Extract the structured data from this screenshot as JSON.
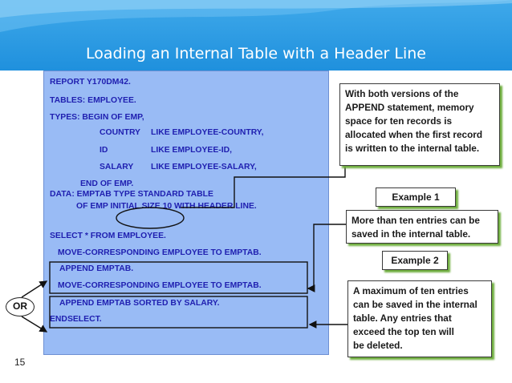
{
  "title": "Loading an Internal Table with a Header Line",
  "page_number": "15",
  "code_lines": [
    "REPORT Y170DM42.",
    "TABLES:  EMPLOYEE.",
    "TYPES:  BEGIN OF EMP,",
    "COUNTRY",
    "LIKE EMPLOYEE-COUNTRY,",
    "ID",
    "LIKE EMPLOYEE-ID,",
    "SALARY",
    "LIKE EMPLOYEE-SALARY,",
    "END OF EMP.",
    "DATA:  EMPTAB TYPE STANDARD TABLE",
    "OF EMP INITIAL SIZE 10 WITH HEADER LINE.",
    "SELECT * FROM EMPLOYEE.",
    "MOVE-CORRESPONDING EMPLOYEE TO EMPTAB.",
    "APPEND EMPTAB.",
    "MOVE-CORRESPONDING EMPLOYEE TO EMPTAB.",
    "APPEND EMPTAB SORTED BY SALARY.",
    "ENDSELECT."
  ],
  "callouts": {
    "memory": [
      "With both versions of the",
      "APPEND statement, memory",
      "space for ten records is",
      "allocated when the first record",
      "is written to the internal table."
    ],
    "example1_label": "Example 1",
    "more_than_ten": [
      "More than ten entries can be",
      "saved in the internal table."
    ],
    "example2_label": "Example 2",
    "max_ten": [
      "A maximum of ten entries",
      "can be saved in the internal",
      "table.  Any entries that",
      "exceed the top ten will",
      "be deleted."
    ]
  },
  "or_label": "OR",
  "colors": {
    "banner": "#1f90dd",
    "code_panel": "#99bbf5",
    "code_text": "#1f1fb0",
    "callout_shadow": "#6fae3e"
  }
}
